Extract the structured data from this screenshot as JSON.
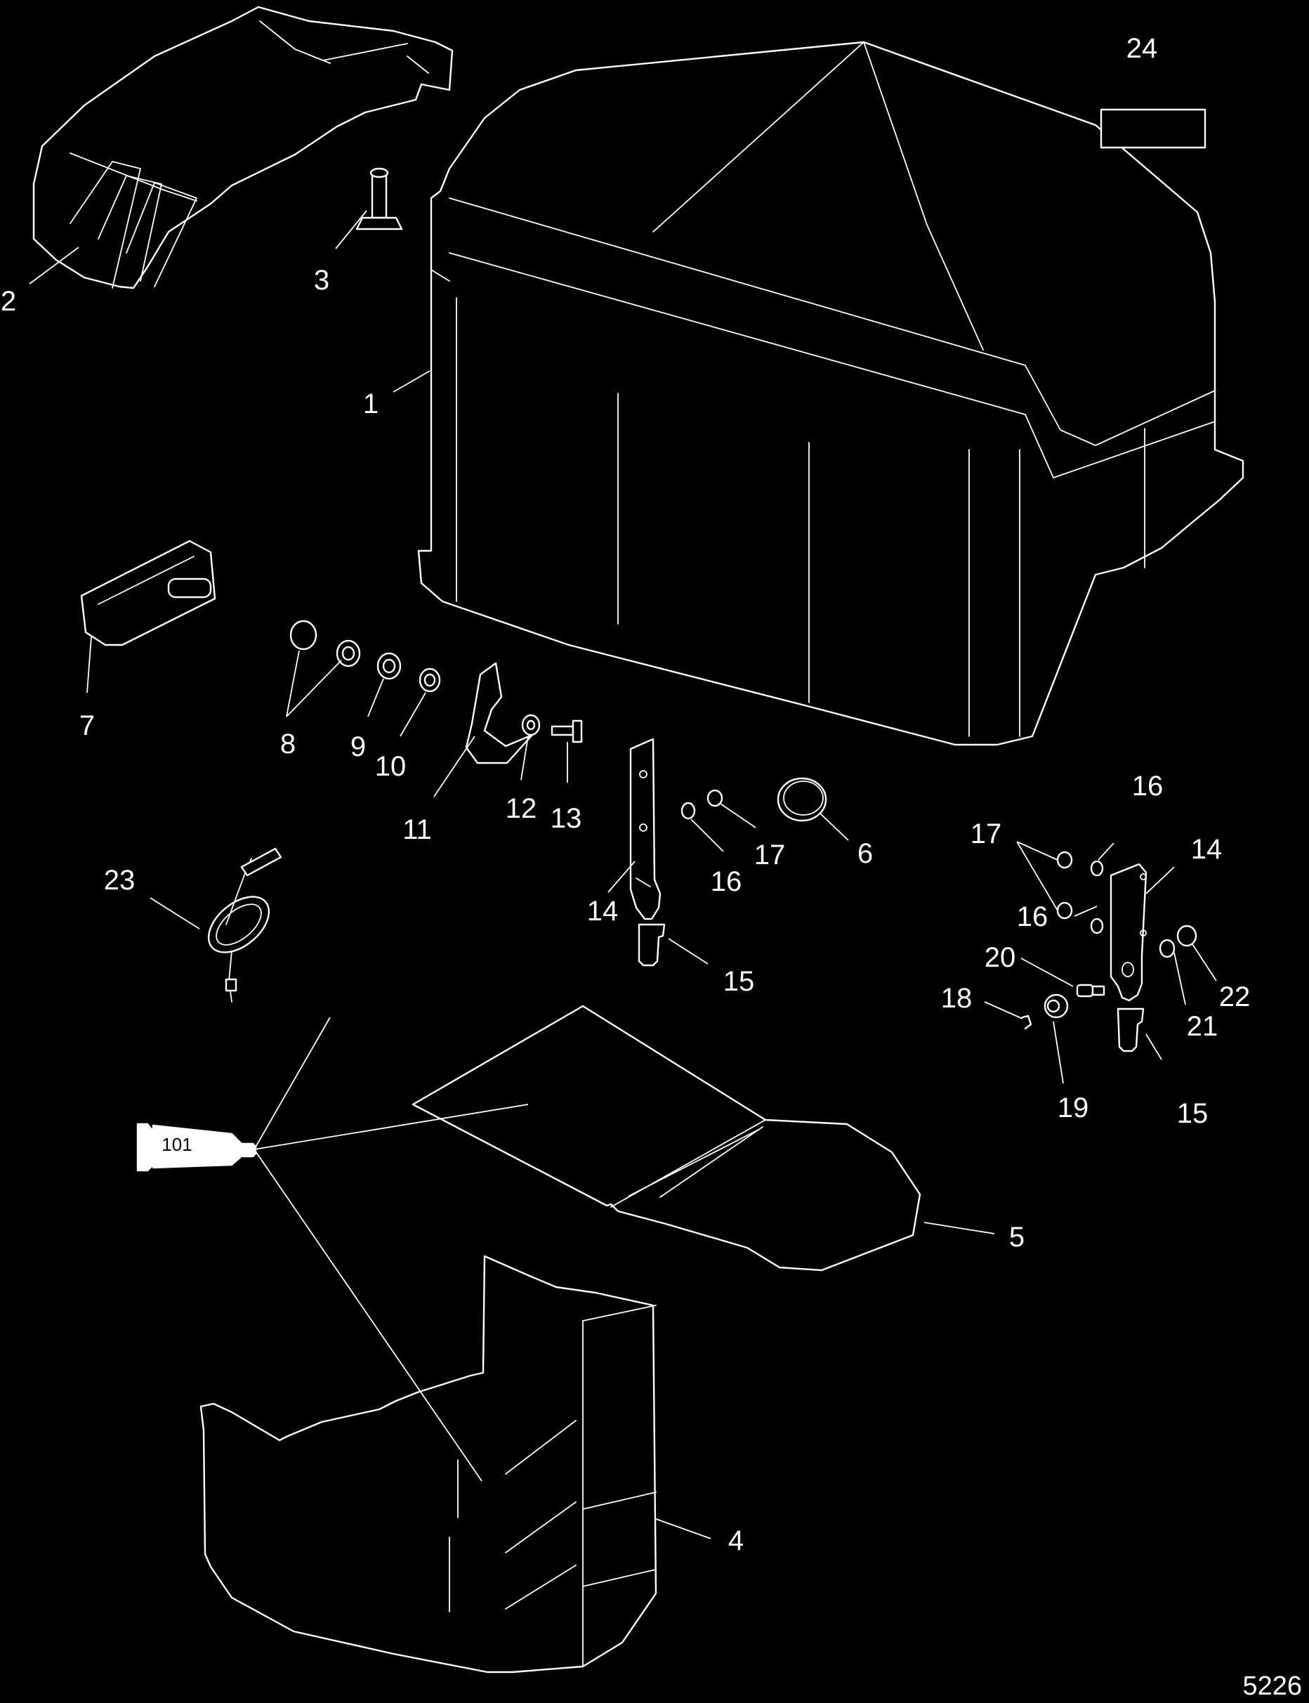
{
  "callouts": [
    "1",
    "2",
    "3",
    "4",
    "5",
    "6",
    "7",
    "8",
    "9",
    "10",
    "11",
    "12",
    "13",
    "14",
    "14",
    "15",
    "15",
    "16",
    "16",
    "16",
    "17",
    "17",
    "18",
    "19",
    "20",
    "21",
    "22",
    "23",
    "24"
  ],
  "tube_label": "101",
  "figure_number": "5226",
  "colors": {
    "background": "#000000",
    "line": "#ffffff"
  }
}
